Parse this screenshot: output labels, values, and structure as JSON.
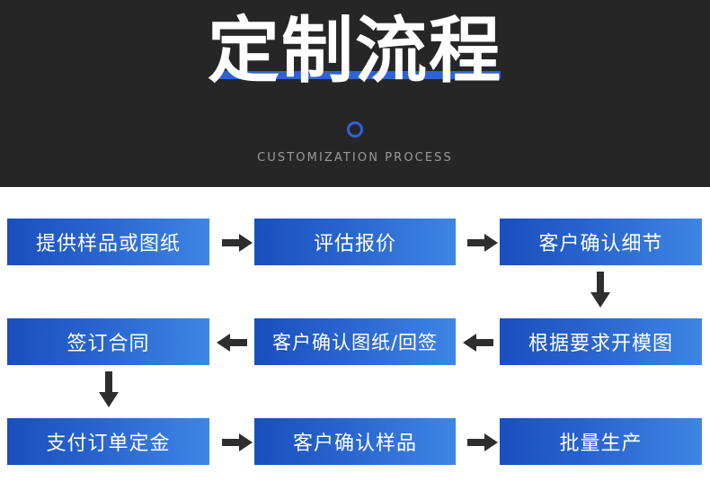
{
  "header": {
    "title": "定制流程",
    "subtitle": "CUSTOMIZATION PROCESS",
    "background_color": "#262626",
    "accent_color": "#2f62d8",
    "ring_icon": "circle-outline-icon"
  },
  "flow": {
    "box_gradient_start": "#1a4fbd",
    "box_gradient_end": "#3d86e4",
    "arrow_color": "#2e2e2e",
    "rows": [
      {
        "direction": "left-to-right",
        "steps": [
          {
            "label": "提供样品或图纸"
          },
          {
            "label": "评估报价"
          },
          {
            "label": "客户确认细节"
          }
        ],
        "arrows": [
          "arrow-right-icon",
          "arrow-right-icon"
        ]
      },
      {
        "direction": "right-to-left",
        "steps": [
          {
            "label": "签订合同"
          },
          {
            "label": "客户确认图纸/回签"
          },
          {
            "label": "根据要求开模图"
          }
        ],
        "arrows": [
          "arrow-left-icon",
          "arrow-left-icon"
        ]
      },
      {
        "direction": "left-to-right",
        "steps": [
          {
            "label": "支付订单定金"
          },
          {
            "label": "客户确认样品"
          },
          {
            "label": "批量生产"
          }
        ],
        "arrows": [
          "arrow-right-icon",
          "arrow-right-icon"
        ]
      }
    ],
    "vertical_connectors": [
      {
        "icon": "arrow-down-icon",
        "position": "right"
      },
      {
        "icon": "arrow-down-icon",
        "position": "left"
      }
    ]
  }
}
